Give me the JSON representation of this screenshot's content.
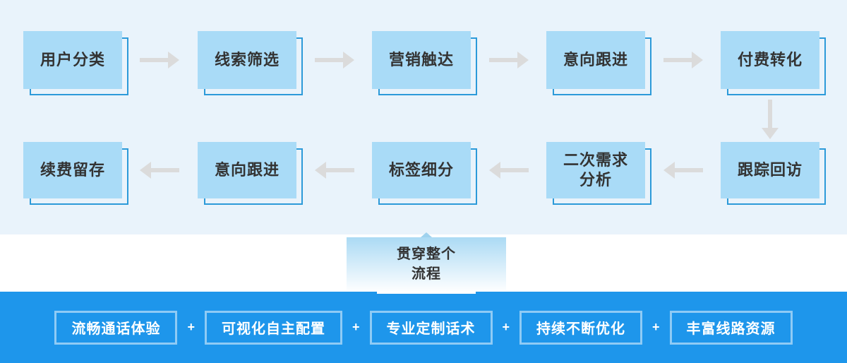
{
  "flow": {
    "row1": [
      {
        "label": "用户分类"
      },
      {
        "label": "线索筛选"
      },
      {
        "label": "营销触达"
      },
      {
        "label": "意向跟进"
      },
      {
        "label": "付费转化"
      }
    ],
    "row2": [
      {
        "label": "续费留存"
      },
      {
        "label": "意向跟进"
      },
      {
        "label": "标签细分"
      },
      {
        "label": "二次需求\n分析"
      },
      {
        "label": "跟踪回访"
      }
    ],
    "center_note": "贯穿整个\n流程"
  },
  "bottom_bar": {
    "separator": "+",
    "items": [
      {
        "label": "流畅通话体验"
      },
      {
        "label": "可视化自主配置"
      },
      {
        "label": "专业定制话术"
      },
      {
        "label": "持续不断优化"
      },
      {
        "label": "丰富线路资源"
      }
    ]
  },
  "colors": {
    "section_bg": "#E9F3FB",
    "node_fill": "#A9DBF7",
    "node_outline": "#2C9AD9",
    "arrow": "#DBDBDB",
    "bar_bg": "#1E96EB",
    "feature_border": "rgba(255,255,255,0.5)",
    "text_dark": "#333333",
    "text_light": "#FFFFFF",
    "note_gradient_top": "#ABDAF4",
    "note_gradient_bottom": "#FDFEFF"
  }
}
